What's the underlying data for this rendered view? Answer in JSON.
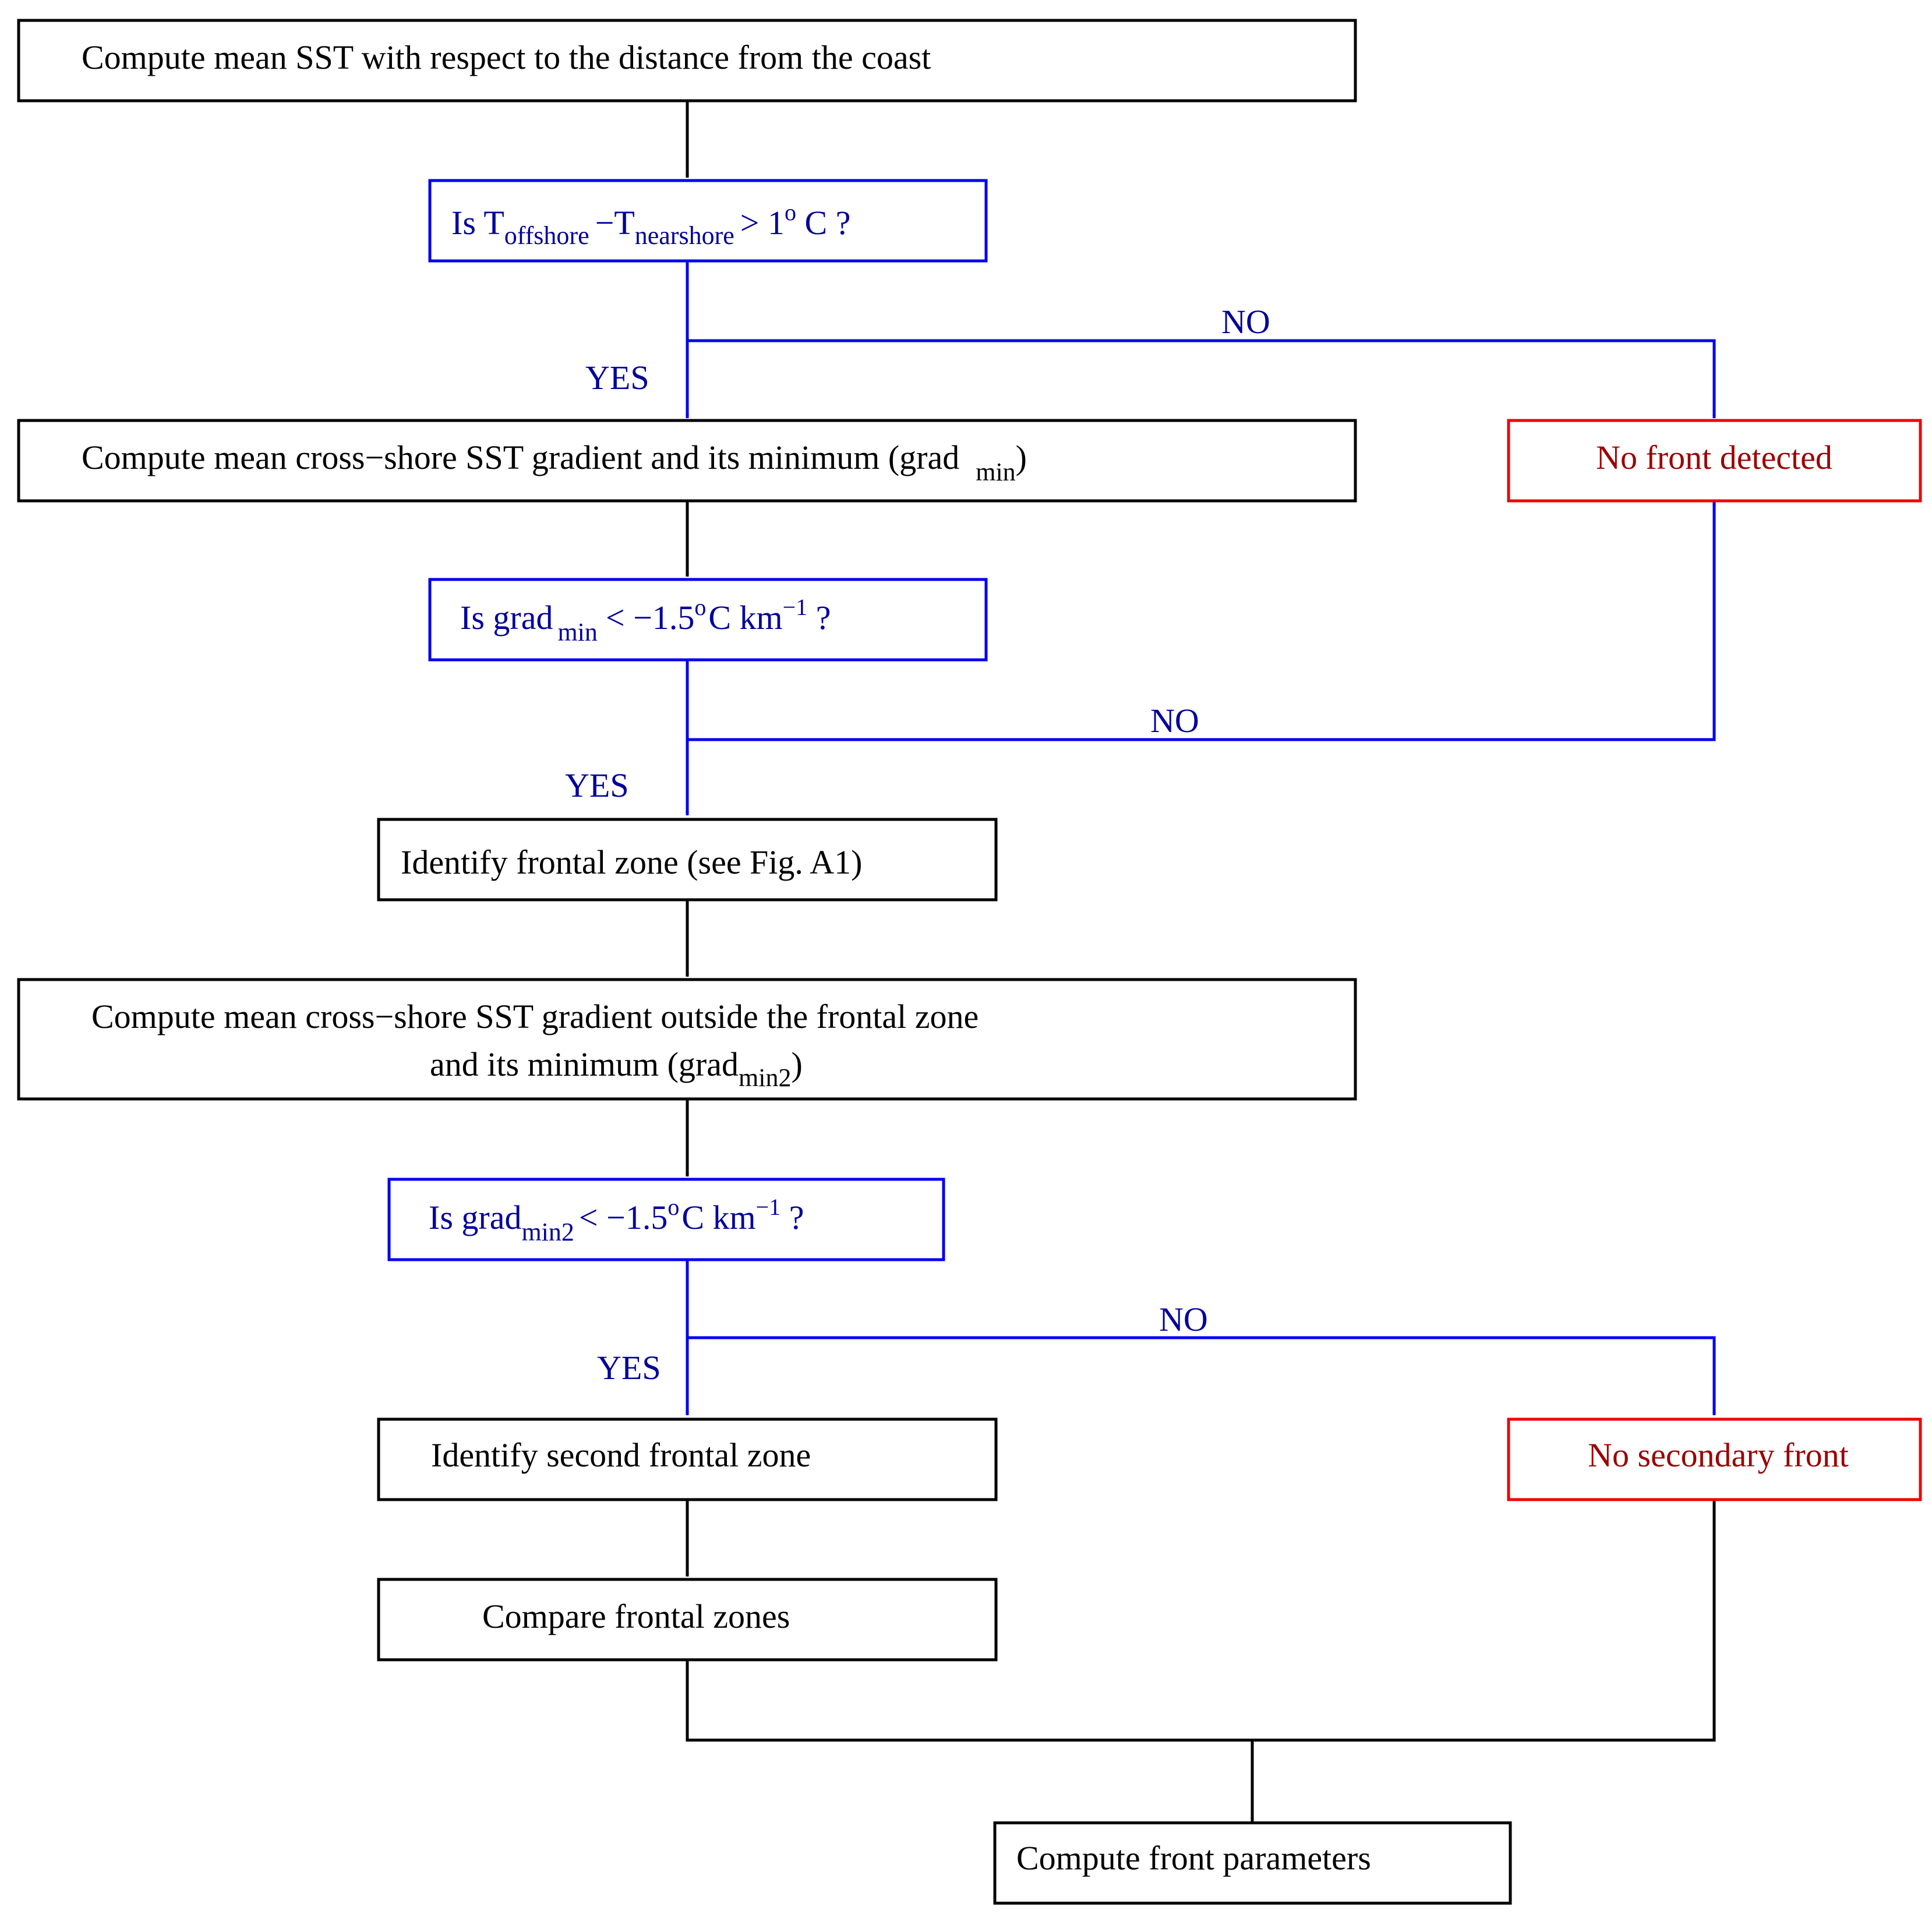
{
  "colors": {
    "process_border": "#000000",
    "decision_border": "#0000ee",
    "decision_text": "#00009b",
    "terminal_border": "#ee0000",
    "terminal_text": "#9b0000"
  },
  "steps": {
    "compute_mean_sst": "Compute mean SST with respect to the distance from the coast",
    "compute_gradient": {
      "main": "Compute mean cross−shore SST gradient and its minimum (grad",
      "sub": "min",
      "close": ")"
    },
    "identify_frontal_zone": "Identify frontal zone (see Fig. A1)",
    "compute_gradient_outside": {
      "line1": "Compute mean cross−shore SST gradient outside the frontal zone",
      "line2_main": "and its minimum (grad",
      "line2_sub": "min2",
      "line2_close": ")"
    },
    "identify_second_zone": "Identify second frontal zone",
    "compare_zones": "Compare frontal zones",
    "compute_parameters": "Compute front parameters"
  },
  "decisions": {
    "d1": {
      "is": "Is T",
      "sub1": "offshore",
      "minus": "−T",
      "sub2": "nearshore",
      "gt": "> 1",
      "sup": "o",
      "unit": " C ?"
    },
    "d2": {
      "is": "Is grad",
      "sub": "min",
      "lt": "< −1.5",
      "sup1": "o",
      "unit": "C km",
      "sup2": "−1",
      "q": " ?"
    },
    "d3": {
      "is": "Is grad",
      "sub": "min2",
      "lt": "< −1.5",
      "sup1": "o",
      "unit": "C km",
      "sup2": "−1",
      "q": " ?"
    }
  },
  "outcomes": {
    "no_front": "No front detected",
    "no_secondary": "No secondary front"
  },
  "branch_labels": {
    "yes1": "YES",
    "no1": "NO",
    "yes2": "YES",
    "no2": "NO",
    "yes3": "YES",
    "no3": "NO"
  }
}
